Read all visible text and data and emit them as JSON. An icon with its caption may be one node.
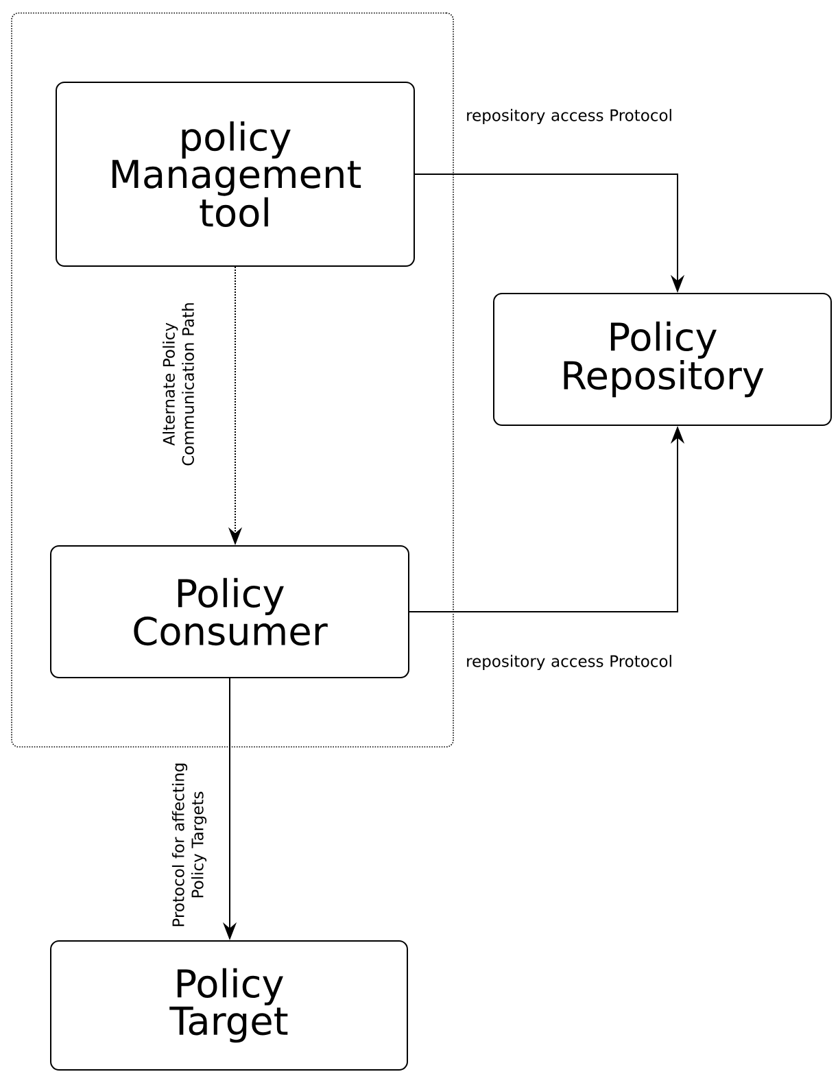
{
  "diagram": {
    "nodes": [
      {
        "text": [],
        "shape": "box"
      },
      {
        "text": [
          "policy Management tool"
        ],
        "in": 0
      },
      {
        "text": [
          "Policy Repository"
        ]
      },
      {
        "text": [
          "Policy Consumer"
        ],
        "in": 0
      },
      {
        "text": [
          "Policy Target"
        ]
      }
    ],
    "edges": [
      {
        "from": 1,
        "to": 2,
        "arrow": "to",
        "label": "repository access Protocol"
      },
      {
        "from": 1,
        "to": 3,
        "arrow": "to",
        "style": "dashed",
        "label": "Alternate Policy Communication Path"
      },
      {
        "from": 3,
        "to": 2,
        "arrow": "to",
        "label": "repository access Protocol"
      },
      {
        "from": 3,
        "to": 4,
        "arrow": "to",
        "label": "Protocol for affecting Policy Targets"
      }
    ]
  }
}
